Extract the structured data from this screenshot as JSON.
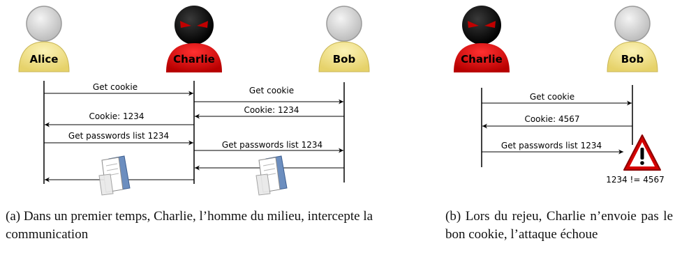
{
  "panel_a": {
    "actors": {
      "alice": "Alice",
      "charlie": "Charlie",
      "bob": "Bob"
    },
    "messages": {
      "m1": "Get cookie",
      "m2": "Get cookie",
      "m3": "Cookie: 1234",
      "m4": "Cookie: 1234",
      "m5": "Get passwords list 1234",
      "m6": "Get passwords list 1234"
    },
    "caption": "(a)  Dans un premier temps, Charlie, l’homme du milieu, intercepte la communication"
  },
  "panel_b": {
    "actors": {
      "charlie": "Charlie",
      "bob": "Bob"
    },
    "messages": {
      "m1": "Get cookie",
      "m2": "Cookie: 4567",
      "m3": "Get passwords list 1234"
    },
    "warning_text": "1234 != 4567",
    "caption": "(b)  Lors du rejeu, Charlie n’envoie pas le bon cookie, l’attaque échoue"
  },
  "colors": {
    "alice": "#f2e38c",
    "charlie": "#e60000",
    "bob": "#f2e38c",
    "warning": "#d40000"
  },
  "icons": {
    "document": "document-icon",
    "warning": "warning-icon"
  }
}
